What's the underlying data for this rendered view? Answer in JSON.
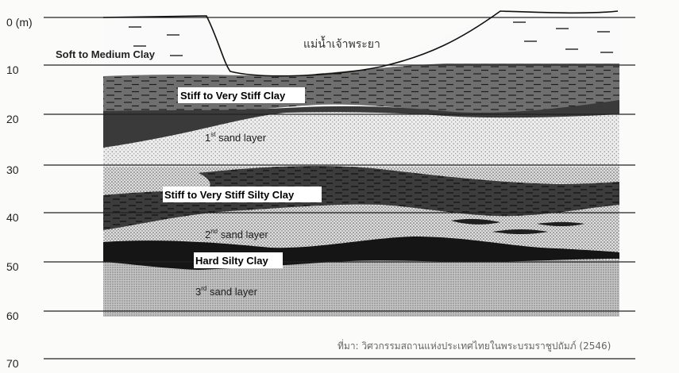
{
  "diagram": {
    "depth_axis": {
      "ticks": [
        "0 (m)",
        "10",
        "20",
        "30",
        "40",
        "50",
        "60",
        "70"
      ]
    },
    "layers": {
      "soft_clay": "Soft to Medium Clay",
      "stiff_clay": "Stiff to Very Stiff Clay",
      "sand1_prefix": "1",
      "sand1_sup": "st",
      "sand1_suffix": " sand layer",
      "stiff_silty": "Stiff to Very Stiff Silty Clay",
      "sand2_prefix": "2",
      "sand2_sup": "nd",
      "sand2_suffix": " sand layer",
      "hard_silty": "Hard Silty Clay",
      "sand3_prefix": "3",
      "sand3_sup": "rd",
      "sand3_suffix": " sand layer"
    },
    "river_label": "แม่น้ำเจ้าพระยา",
    "source": "ที่มา: วิศวกรรมสถานแห่งประเทศไทยในพระบรมราชูปถัมภ์ (2546)",
    "colors": {
      "stiff_clay": "#6e6e6e",
      "dark_clay": "#3a3a3a",
      "hard_clay": "#141414",
      "sand_light": "#e6e6e6",
      "sand3": "#b8b8b8"
    }
  }
}
